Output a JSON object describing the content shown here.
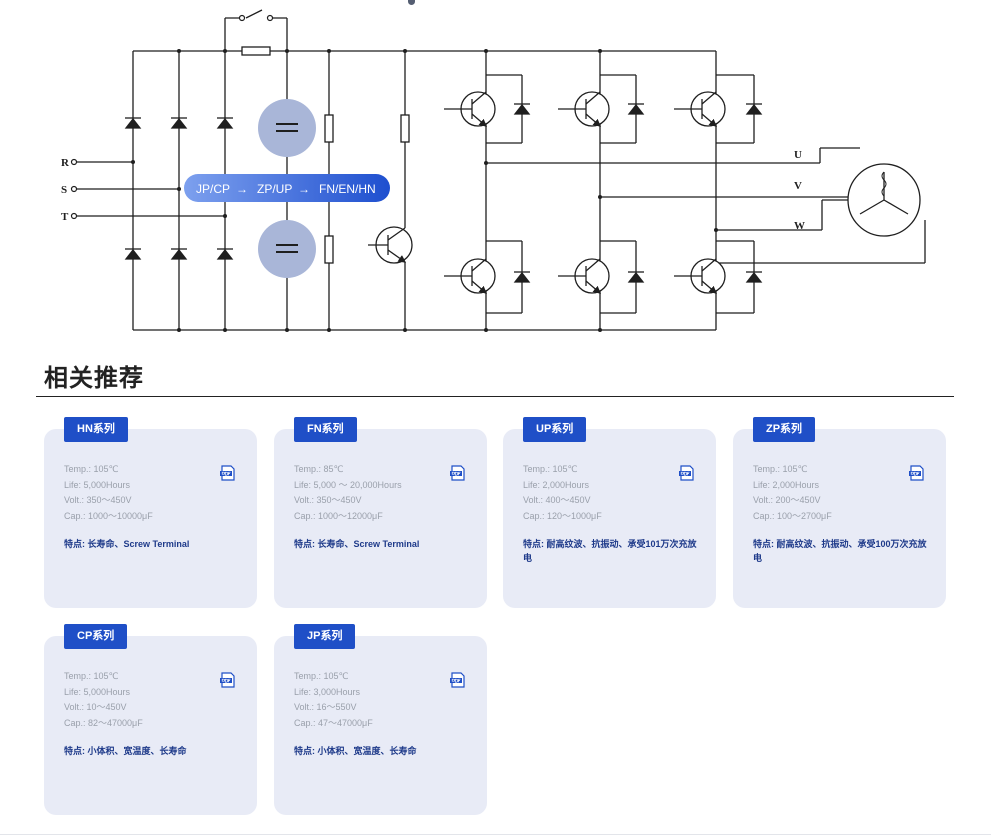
{
  "diagram": {
    "inputs": [
      "R",
      "S",
      "T"
    ],
    "outputs": [
      "U",
      "V",
      "W"
    ],
    "banner": {
      "parts": [
        "JP/CP",
        "ZP/UP",
        "FN/EN/HN"
      ],
      "arrow": "→"
    },
    "colors": {
      "banner_start": "#7da0ee",
      "banner_end": "#1e4fcf",
      "cap_circle": "#a9b6d8",
      "line": "#1f1f1f"
    }
  },
  "section_title": "相关推荐",
  "products": [
    {
      "name": "HN系列",
      "temp": "Temp.: 105℃",
      "life": "Life: 5,000Hours",
      "volt": "Volt.: 350～450V",
      "cap": "Cap.: 1000～10000μF",
      "feature": "特点: 长寿命、Screw Terminal",
      "icon": "pdf-icon"
    },
    {
      "name": "FN系列",
      "temp": "Temp.: 85℃",
      "life": "Life: 5,000 ～ 20,000Hours",
      "volt": "Volt.: 350～450V",
      "cap": "Cap.: 1000～12000μF",
      "feature": "特点: 长寿命、Screw Terminal",
      "icon": "pdf-icon"
    },
    {
      "name": "UP系列",
      "temp": "Temp.: 105℃",
      "life": "Life: 2,000Hours",
      "volt": "Volt.: 400～450V",
      "cap": "Cap.: 120～1000μF",
      "feature": "特点: 耐高纹波、抗振动、承受101万次充放电",
      "icon": "pdf-icon"
    },
    {
      "name": "ZP系列",
      "temp": "Temp.: 105℃",
      "life": "Life: 2,000Hours",
      "volt": "Volt.: 200～450V",
      "cap": "Cap.: 100～2700μF",
      "feature": "特点: 耐高纹波、抗振动、承受100万次充放电",
      "icon": "pdf-icon"
    },
    {
      "name": "CP系列",
      "temp": "Temp.: 105℃",
      "life": "Life: 5,000Hours",
      "volt": "Volt.: 10～450V",
      "cap": "Cap.: 82～47000μF",
      "feature": "特点: 小体积、宽温度、长寿命",
      "icon": "pdf-icon"
    },
    {
      "name": "JP系列",
      "temp": "Temp.: 105℃",
      "life": "Life: 3,000Hours",
      "volt": "Volt.: 16～550V",
      "cap": "Cap.: 47～47000μF",
      "feature": "特点: 小体积、宽温度、长寿命",
      "icon": "pdf-icon"
    }
  ],
  "colors": {
    "accent": "#1f4fc7",
    "card_bg": "#e8ebf6",
    "feature_text": "#1e3a8a",
    "spec_text": "#9aa0ab"
  }
}
